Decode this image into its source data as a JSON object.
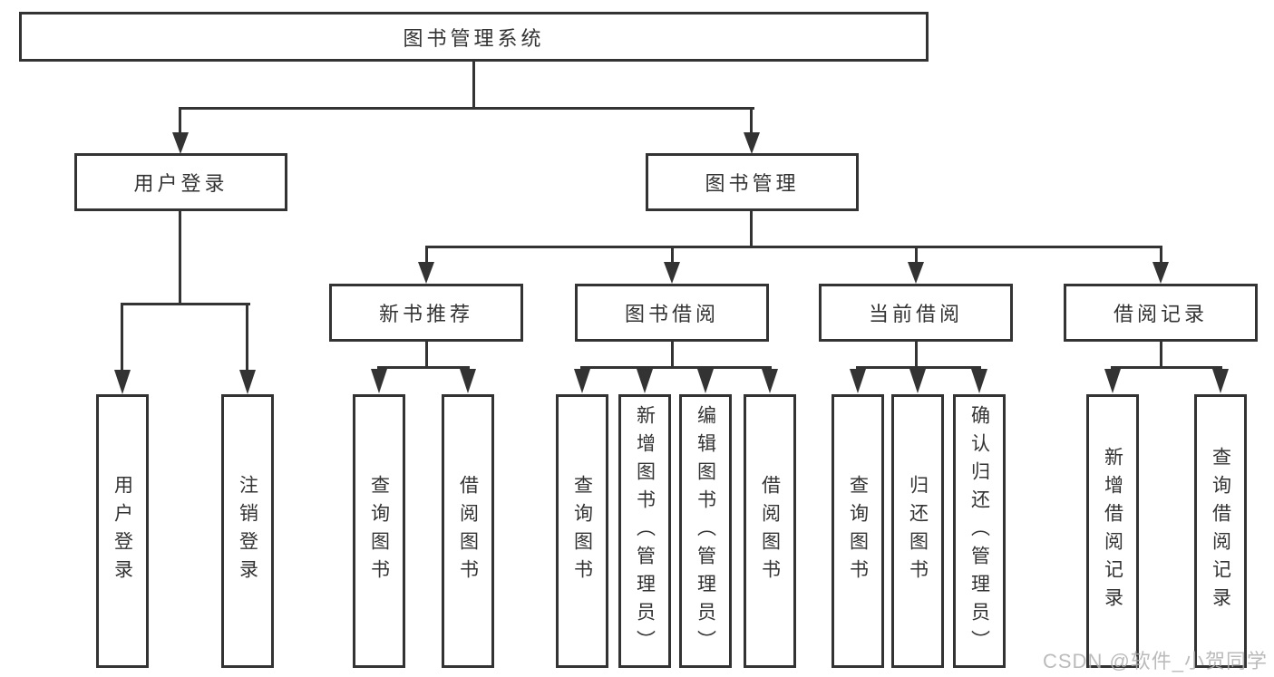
{
  "diagram": {
    "root": {
      "label": "图书管理系统"
    },
    "user_login": {
      "label": "用户登录",
      "children": [
        {
          "label": "用户登录"
        },
        {
          "label": "注销登录"
        }
      ]
    },
    "book_mgmt": {
      "label": "图书管理",
      "sections": [
        {
          "label": "新书推荐",
          "children": [
            {
              "label": "查询图书"
            },
            {
              "label": "借阅图书"
            }
          ]
        },
        {
          "label": "图书借阅",
          "children": [
            {
              "label": "查询图书"
            },
            {
              "label": "新增图书（管理员）"
            },
            {
              "label": "编辑图书（管理员）"
            },
            {
              "label": "借阅图书"
            }
          ]
        },
        {
          "label": "当前借阅",
          "children": [
            {
              "label": "查询图书"
            },
            {
              "label": "归还图书"
            },
            {
              "label": "确认归还（管理员）"
            }
          ]
        },
        {
          "label": "借阅记录",
          "children": [
            {
              "label": "新增借阅记录"
            },
            {
              "label": "查询借阅记录"
            }
          ]
        }
      ]
    }
  },
  "watermark": "CSDN @软件_小贺同学",
  "colors": {
    "line": "#333333",
    "text": "#333333",
    "watermark": "#b0b0b0",
    "background": "#ffffff"
  }
}
